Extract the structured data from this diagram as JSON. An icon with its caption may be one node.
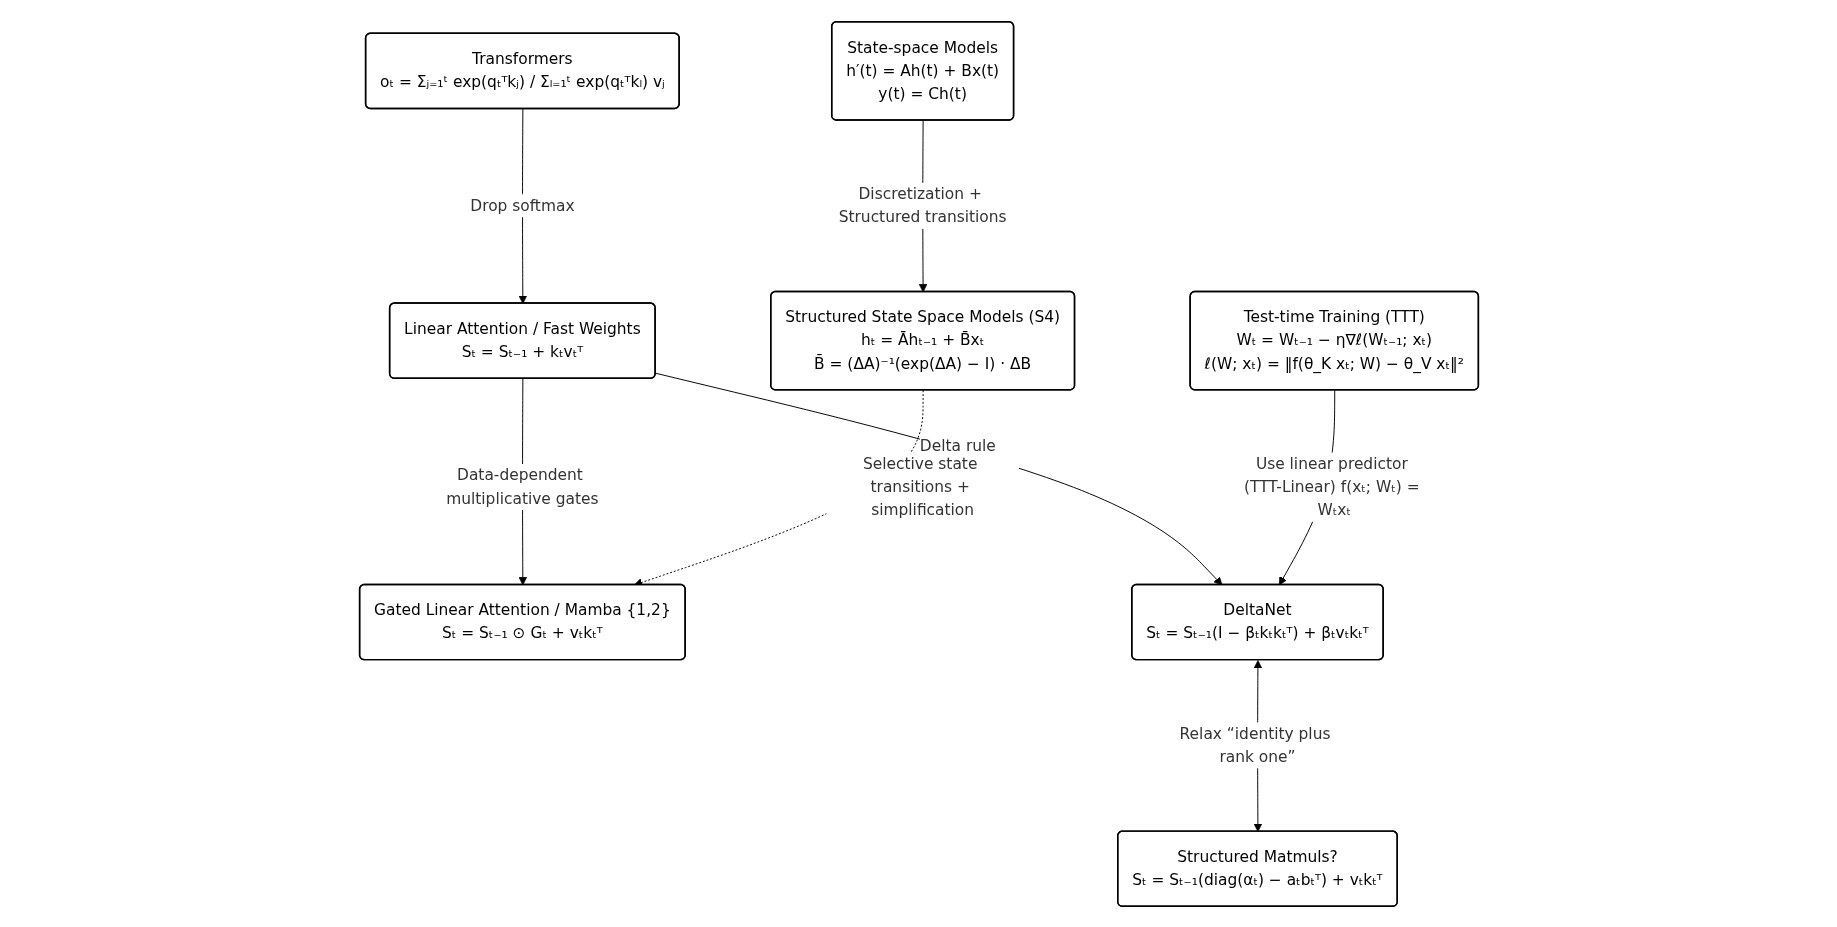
{
  "diagram": {
    "nodes": [
      {
        "text": [
          "Transformers",
          "oₜ = Σⱼ₌₁ᵗ exp(qₜᵀkⱼ) / Σₗ₌₁ᵗ exp(qₜᵀkₗ) vⱼ"
        ]
      },
      {
        "text": [
          "Linear Attention / Fast Weights",
          "Sₜ = Sₜ₋₁ + kₜvₜᵀ"
        ]
      },
      {
        "text": [
          "Gated Linear Attention / Mamba {1,2}",
          "Sₜ = Sₜ₋₁ ⊙ Gₜ + vₜkₜᵀ"
        ]
      },
      {
        "text": [
          "State-space Models",
          "h′(t) = Ah(t) + Bx(t)",
          "y(t) = Ch(t)"
        ]
      },
      {
        "text": [
          "Structured State Space Models (S4)",
          "hₜ = Āhₜ₋₁ + B̄xₜ",
          "B̄ = (ΔA)⁻¹(exp(ΔA) − I) · ΔB"
        ]
      },
      {
        "text": [
          "DeltaNet",
          "Sₜ = Sₜ₋₁(I − βₜkₜkₜᵀ) + βₜvₜkₜᵀ"
        ]
      },
      {
        "text": [
          "Structured Matmuls?",
          "Sₜ = Sₜ₋₁(diag(αₜ) − aₜbₜᵀ) + vₜkₜᵀ"
        ]
      },
      {
        "text": [
          "Test-time Training (TTT)",
          "Wₜ = Wₜ₋₁ − η∇ℓ(Wₜ₋₁; xₜ)",
          "ℓ(W; xₜ) = ‖f(θ_K xₜ; W) − θ_V xₜ‖²"
        ]
      }
    ],
    "edges": [
      {
        "from": 0,
        "to": 1,
        "arrow": "to",
        "label": "Drop softmax"
      },
      {
        "from": 1,
        "to": 2,
        "arrow": "to",
        "label": "Data-dependent multiplicative gates"
      },
      {
        "from": 3,
        "to": 4,
        "arrow": "to",
        "label": "Discretization + Structured transitions"
      },
      {
        "from": 4,
        "to": 2,
        "arrow": "to",
        "label": "Selective state transitions + simplification",
        "style": "dashed"
      },
      {
        "from": 1,
        "to": 5,
        "arrow": "to",
        "label": "Delta rule"
      },
      {
        "from": 5,
        "to": 6,
        "arrow": "both",
        "label": "Relax “identity plus rank one”"
      },
      {
        "from": 7,
        "to": 5,
        "arrow": "to",
        "label": "Use linear predictor (TTT-Linear) f(xₜ; Wₜ) = Wₜxₜ"
      }
    ]
  }
}
